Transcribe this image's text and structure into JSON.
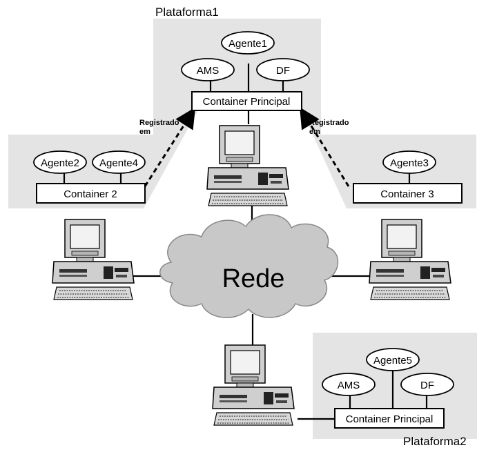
{
  "platforms": {
    "p1_title": "Plataforma1",
    "p2_title": "Plataforma2"
  },
  "agents": {
    "agente1": "Agente1",
    "agente2": "Agente2",
    "agente3": "Agente3",
    "agente4": "Agente4",
    "agente5": "Agente5",
    "ams1": "AMS",
    "df1": "DF",
    "ams2": "AMS",
    "df2": "DF"
  },
  "containers": {
    "main1": "Container Principal",
    "c2": "Container 2",
    "c3": "Container 3",
    "main2": "Container Principal"
  },
  "links": {
    "left_reg_line1": "Registrado",
    "left_reg_line2": "em",
    "right_reg_line1": "Registrado",
    "right_reg_line2": "em"
  },
  "network": {
    "label": "Rede"
  },
  "colors": {
    "platform_bg": "#e4e4e4",
    "cloud_fill": "#c8c8c8",
    "computer_body": "#d0d0d0",
    "screen": "#f2f2f2"
  }
}
